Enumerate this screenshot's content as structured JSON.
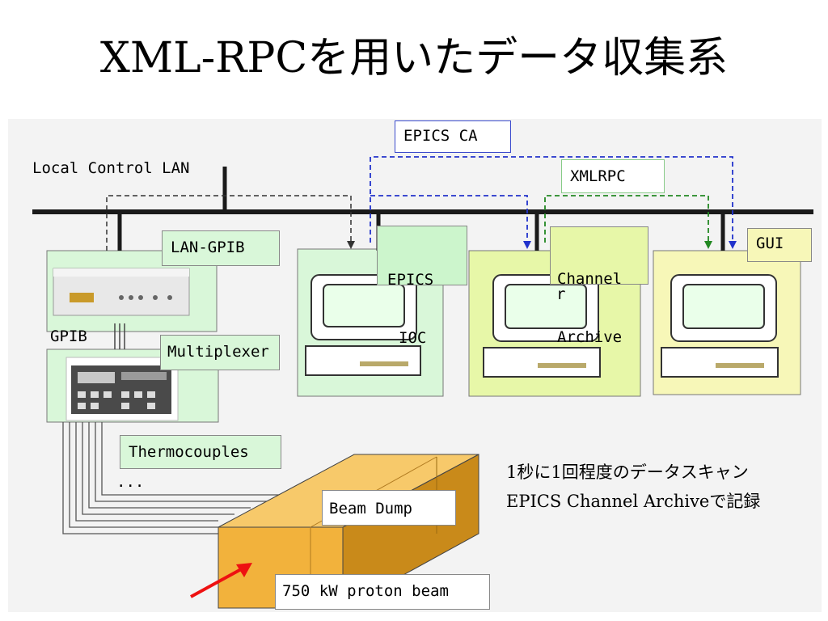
{
  "title": "XML-RPCを用いたデータ収集系",
  "labels": {
    "local_lan": "Local Control LAN",
    "epics_ca": "EPICS CA",
    "xmlrpc": "XMLRPC",
    "lan_gpib": "LAN-GPIB",
    "gpib": "GPIB",
    "multiplexer": "Multiplexer",
    "epics_ioc_line1": "EPICS",
    "epics_ioc_line2": "IOC",
    "channel_archiver_line1": "Channel",
    "channel_archiver_line2": "Archive",
    "channel_archiver_line3": "r",
    "gui": "GUI",
    "thermocouples": "Thermocouples",
    "ellipsis": "...",
    "beam_dump": "Beam Dump",
    "proton_beam": "750 kW proton beam"
  },
  "notes": {
    "line1": "1秒に1回程度のデータスキャン",
    "line2": "EPICS Channel Archiveで記録"
  },
  "colors": {
    "bus": "#1a1a1a",
    "blue_dashed": "#2233cc",
    "green_dashed": "#228822",
    "device_box": "#d9f7d9",
    "ioc_box": "#ccf5cc",
    "archiver_box": "#e7f7a8",
    "gui_box": "#f7f7b8",
    "beam_dump": "#f2b23c",
    "arrow": "#ee1111"
  }
}
